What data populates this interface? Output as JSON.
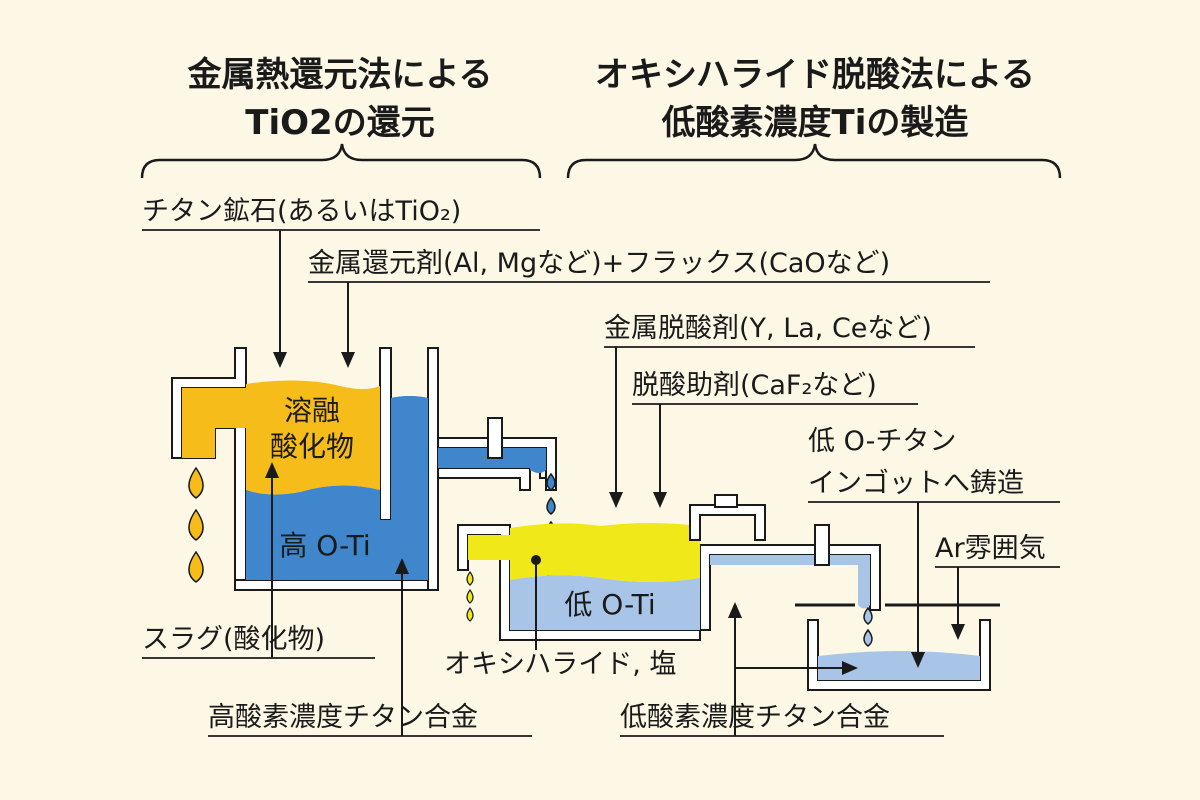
{
  "headers": {
    "left_line1": "金属熱還元法による",
    "left_line2": "TiO2の還元",
    "right_line1": "オキシハライド脱酸法による",
    "right_line2": "低酸素濃度Tiの製造"
  },
  "labels": {
    "ore": "チタン鉱石(あるいはTiO₂)",
    "reductant": "金属還元剤(Al, Mgなど)+フラックス(CaOなど)",
    "deox_agent": "金属脱酸剤(Y, La, Ceなど)",
    "deox_aid": "脱酸助剤(CaF₂など)",
    "ingot_line1": "低 O-チタン",
    "ingot_line2": "インゴットへ鋳造",
    "ar": "Ar雰囲気",
    "slag": "スラグ(酸化物)",
    "oxyhalide": "オキシハライド, 塩",
    "high_o_alloy": "高酸素濃度チタン合金",
    "low_o_alloy": "低酸素濃度チタン合金"
  },
  "vessels": {
    "molten_oxide_line1": "溶融",
    "molten_oxide_line2": "酸化物",
    "high_o_ti": "高 O-Ti",
    "low_o_ti": "低 O-Ti"
  },
  "colors": {
    "background": "#fdf8e6",
    "slag_orange": "#f5bc1a",
    "melt_blue": "#3f86cc",
    "flux_yellow": "#f0e819",
    "pale_blue": "#a8c4e6",
    "wall_gray": "#c8c8c8"
  }
}
